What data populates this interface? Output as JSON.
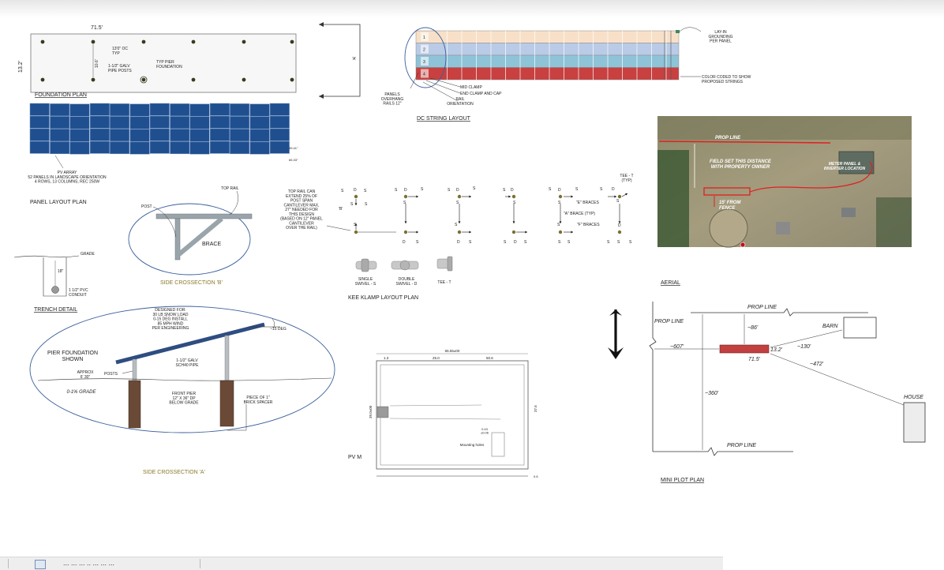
{
  "foundation": {
    "width_label": "71.5'",
    "height_label": "13.2'",
    "spacing_label": "13'0\" OC\nTYP",
    "galv_label": "1-1/2\" GALV\nPIPE POSTS",
    "pier_label": "TYP PIER\nFOUNDATION",
    "a_label": "'A'",
    "v_dim": "10.6'",
    "title": "FOUNDATION PLAN"
  },
  "panel_layout": {
    "right_dim": "39.41\"",
    "bottom_dim": "65.33\"",
    "caption": "PV ARRAY\n52 PANELS IN LANDSCAPE ORIENTATION\n4 ROWS, 13 COLUMNS, REC 250W",
    "title": "PANEL LAYOUT PLAN"
  },
  "dc_string": {
    "rows": [
      "1",
      "2",
      "3",
      "4"
    ],
    "row_colors": [
      "#f8e0c8",
      "#b9cbe6",
      "#8ec3d8",
      "#c84040"
    ],
    "ground_label": "LAY-IN\nGROUNDING\nPER PANEL",
    "color_label": "COLOR CODED TO SHOW\nPROPOSED STRINGS",
    "overhang_label": "PANELS\nOVERHANG\nRAILS 12\"",
    "mid_clamp": "MID CLAMP",
    "end_clamp": "END CLAMP AND CAP",
    "rail_orient": "RAIL\nORIENTATION",
    "title": "DC STRING LAYOUT"
  },
  "crosssection_b": {
    "top_rail": "TOP RAIL",
    "post": "POST",
    "brace": "BRACE",
    "title": "SIDE CROSSECTION 'B'"
  },
  "trench": {
    "grade": "GRADE",
    "depth": "18\"",
    "conduit": "1 1/2\" PVC\nCONDUIT",
    "title": "TRENCH DETAIL"
  },
  "kee_klamp": {
    "note": "TOP RAIL CAN\nEXTEND 25% OF\nPOST SPAN\nCANTILEVER MAX,\n27\" NEEDED FOR\nTHIS DESIGN\n(BASED ON 12\" PANEL\nCANTILEVER\nOVER THE RAIL)",
    "tee_label": "TEE - T\n(TYP)",
    "e_braces": "\"E\" BRACES",
    "a_brace": "\"A\" BRACE (TYP)",
    "f_braces": "\"F\" BRACES",
    "b_marker": "'B'",
    "single_swivel": "SINGLE\nSWIVEL - S",
    "double_swivel": "DOUBLE\nSWIVEL - D",
    "tee_t": "TEE - T",
    "title": "KEE KLAMP LAYOUT PLAN"
  },
  "aerial": {
    "prop_line": "PROP LINE",
    "field_set": "FIELD SET THIS DISTANCE\nWITH PROPERTY OWNER",
    "meter": "METER PANEL &\nINVERTER LOCATION",
    "fence": "15' FROM\nFENCE",
    "title": "AERIAL"
  },
  "crosssection_a": {
    "designed": "DESIGNED FOR:\n30 LB SNOW LOAD\n0-15 DEG INSTALL\n85 MPH WIND\nPER ENGINEERING",
    "angle": "~15 DEG",
    "pier_shown": "PIER FOUNDATION\nSHOWN",
    "approx": "APPROX\n6'   30\"",
    "posts": "POSTS",
    "galv": "1-1/2\" GALV\nSCH40 PIPE",
    "grade": "0-1% GRADE",
    "front_pier": "FRONT PIER\n12\" X 36\" DP\nBELOW GRADE",
    "spacer": "PIECE OF 1\"\nBRICK SPACER",
    "title": "SIDE CROSSECTION 'A'"
  },
  "pv_module": {
    "top_dim": "65.55±00",
    "seg1": "1.3",
    "seg2": "25.0",
    "seg3": "50.6",
    "left_dim": "39.0±00",
    "right_dim": "37.6",
    "holes_label": "Mounting holes",
    "hole_dim": "0.43\n±0.06",
    "small_dim": "0.6",
    "title": "PV M"
  },
  "mini_plot": {
    "prop_line": "PROP LINE",
    "barn": "BARN",
    "house": "HOUSE",
    "d86": "~86'",
    "d607": "~607'",
    "d32": "13.2'",
    "d130": "~130'",
    "d715": "71.5'",
    "d472": "~472'",
    "d360": "~360'",
    "title": "MINI PLOT PLAN"
  },
  "footer": {
    "filename": "...     ...  ... .. ...  ...   ..."
  }
}
